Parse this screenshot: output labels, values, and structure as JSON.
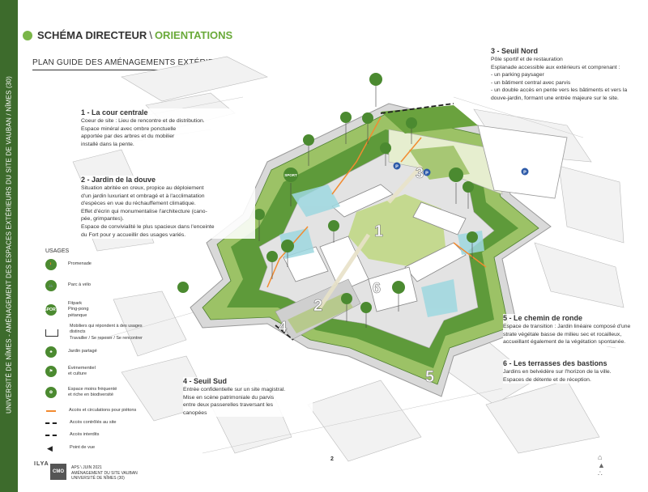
{
  "sidebar": {
    "text": "UNIVERSITÉ DE NÎMES - AMÉNAGEMENT DES ESPACES EXTÉRIEURS DU SITE DE VAUBAN  /  NÎMES (30)"
  },
  "header": {
    "title": "SCHÉMA DIRECTEUR",
    "separator": "\\",
    "subtitle_accent": "ORIENTATIONS"
  },
  "plan_title": "PLAN GUIDE DES AMÉNAGEMENTS EXTÉRIEURS",
  "zones": [
    {
      "title": "1 - La cour centrale",
      "lines": [
        "Coeur de site : Lieu de rencontre et de distribution.",
        "Espace minéral avec ombre ponctuelle",
        "apportée par des arbres et du mobilier",
        "installé dans la pente."
      ]
    },
    {
      "title": "2 - Jardin de la douve",
      "lines": [
        "Situation abritée en creux, propice au déploiement",
        "d'un jardin luxuriant et ombragé et à l'acclimatation",
        "d'espèces en vue du réchauffement climatique.",
        "Effet d'écrin qui monumentalise l'architecture (cano-",
        "pée, grimpantes).",
        "Espace de convivialité le plus spacieux dans l'enceinte",
        "du Fort pour y accueillir des usages variés."
      ]
    },
    {
      "title": "3 - Seuil Nord",
      "lines": [
        "Pôle sportif et de restauration",
        "Esplanade accessible aux extérieurs et comprenant :",
        "- un parking paysager",
        "- un bâtiment central avec parvis",
        "- un double accès en pente vers les bâtiments et vers la",
        "douve-jardin, formant une entrée majeure sur le site."
      ]
    },
    {
      "title": "4 - Seuil Sud",
      "lines": [
        "Entrée confidentielle sur un site magistral.",
        "Mise en scène patrimoniale du parvis",
        "entre deux passerelles traversant les",
        "canopées"
      ]
    },
    {
      "title": "5 - Le chemin de ronde",
      "lines": [
        "Espace de transition : Jardin linéaire composé d'une",
        "strate végétale basse de milieu sec et rocailleux,",
        "accueillant également de la végétation spontanée."
      ]
    },
    {
      "title": "6 - Les terrasses des bastions",
      "lines": [
        "Jardins en belvédère sur l'horizon de la ville.",
        "Espaces de détente et de réception."
      ]
    }
  ],
  "usages": {
    "title": "USAGES",
    "items": [
      {
        "label": "Promenade",
        "icon": "walker-icon"
      },
      {
        "label": "Parc à vélo",
        "icon": "bike-icon"
      },
      {
        "label": "Fitpark\nPing-pong\npétanque",
        "icon": "sport-icon",
        "icon_text": "SPORT"
      },
      {
        "label": "Mobiliers qui répondent à des usages\ndistincts\nTravailler / Se reposer / Se rencontrer",
        "icon": "furniture-icon"
      },
      {
        "label": "Jardin partagé",
        "icon": "garden-icon"
      },
      {
        "label": "Évènementiel\net culture",
        "icon": "event-icon"
      },
      {
        "label": "Espace moins fréquenté\net riche en biodiversité",
        "icon": "biodiversity-icon"
      },
      {
        "label": "Accès et circulations pour piétons",
        "icon": "orange-arrow"
      },
      {
        "label": "Accès contrôlés au site",
        "icon": "controlled-access-line"
      },
      {
        "label": "Accès interdits",
        "icon": "forbidden-access-line"
      },
      {
        "label": "Point de vue",
        "icon": "viewpoint-icon"
      }
    ]
  },
  "map_numbers": [
    "1",
    "2",
    "3",
    "4",
    "5",
    "6"
  ],
  "map_icons": {
    "sport_text": "SPORT",
    "parking_text": "P"
  },
  "footer": {
    "logo": "ILYA",
    "cmo": "CMO",
    "line1": "APS \\ JUIN 2021",
    "line2": "AMÉNAGEMENT DU SITE VAUBAN",
    "line3": "UNIVERSITÉ DE NÎMES (30)"
  },
  "page_number": "2",
  "colors": {
    "sidebar": "#3d6b2c",
    "accent": "#6aaa3a",
    "grass": "#8cbb55",
    "dark_green": "#3f7a2a",
    "water": "#9ed8e0",
    "orange": "#f28b30"
  }
}
